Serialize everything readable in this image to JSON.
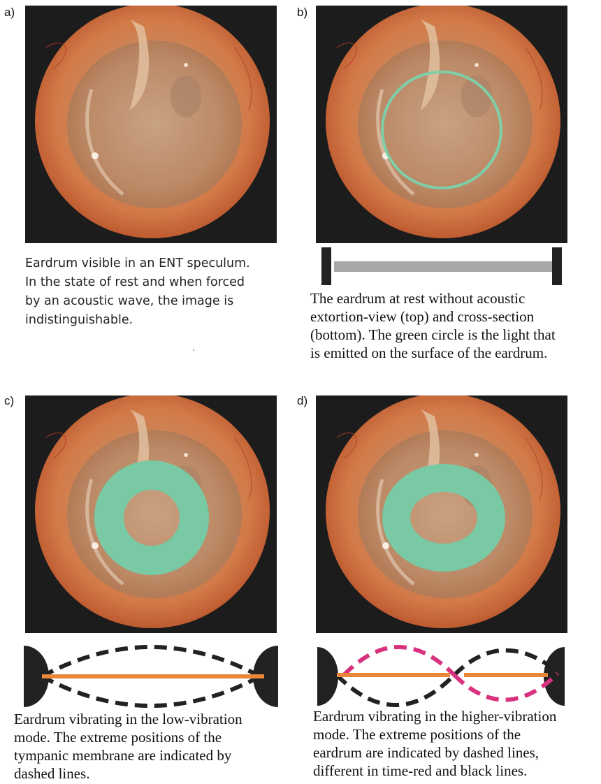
{
  "panels": {
    "a": {
      "label": "a)",
      "caption": [
        "Eardrum visible in an ENT speculum.",
        "In the state of rest and when forced",
        "by an acoustic wave, the image is",
        "indistinguishable."
      ]
    },
    "b": {
      "label": "b)",
      "caption": [
        "The eardrum at rest without acoustic",
        "extortion-view (top) and cross-section",
        "(bottom). The green circle is the light that",
        "is emitted on the surface of the eardrum."
      ]
    },
    "c": {
      "label": "c)",
      "caption": [
        "Eardrum vibrating in the low-vibration",
        "mode. The extreme positions of the",
        "tympanic membrane are indicated by",
        "dashed lines."
      ]
    },
    "d": {
      "label": "d)",
      "caption": [
        "Eardrum vibrating in the higher-vibration",
        "mode. The extreme positions of the",
        "eardrum are indicated by dashed lines,",
        "different in time-red and black lines."
      ]
    }
  },
  "colors": {
    "green_light": "#7ecfa9",
    "green_ring": "#78c9a4",
    "membrane_orange": "#e8873a",
    "dash_black": "#222222",
    "dash_red": "#d8327e",
    "rest_gray": "#a8a8a8"
  }
}
